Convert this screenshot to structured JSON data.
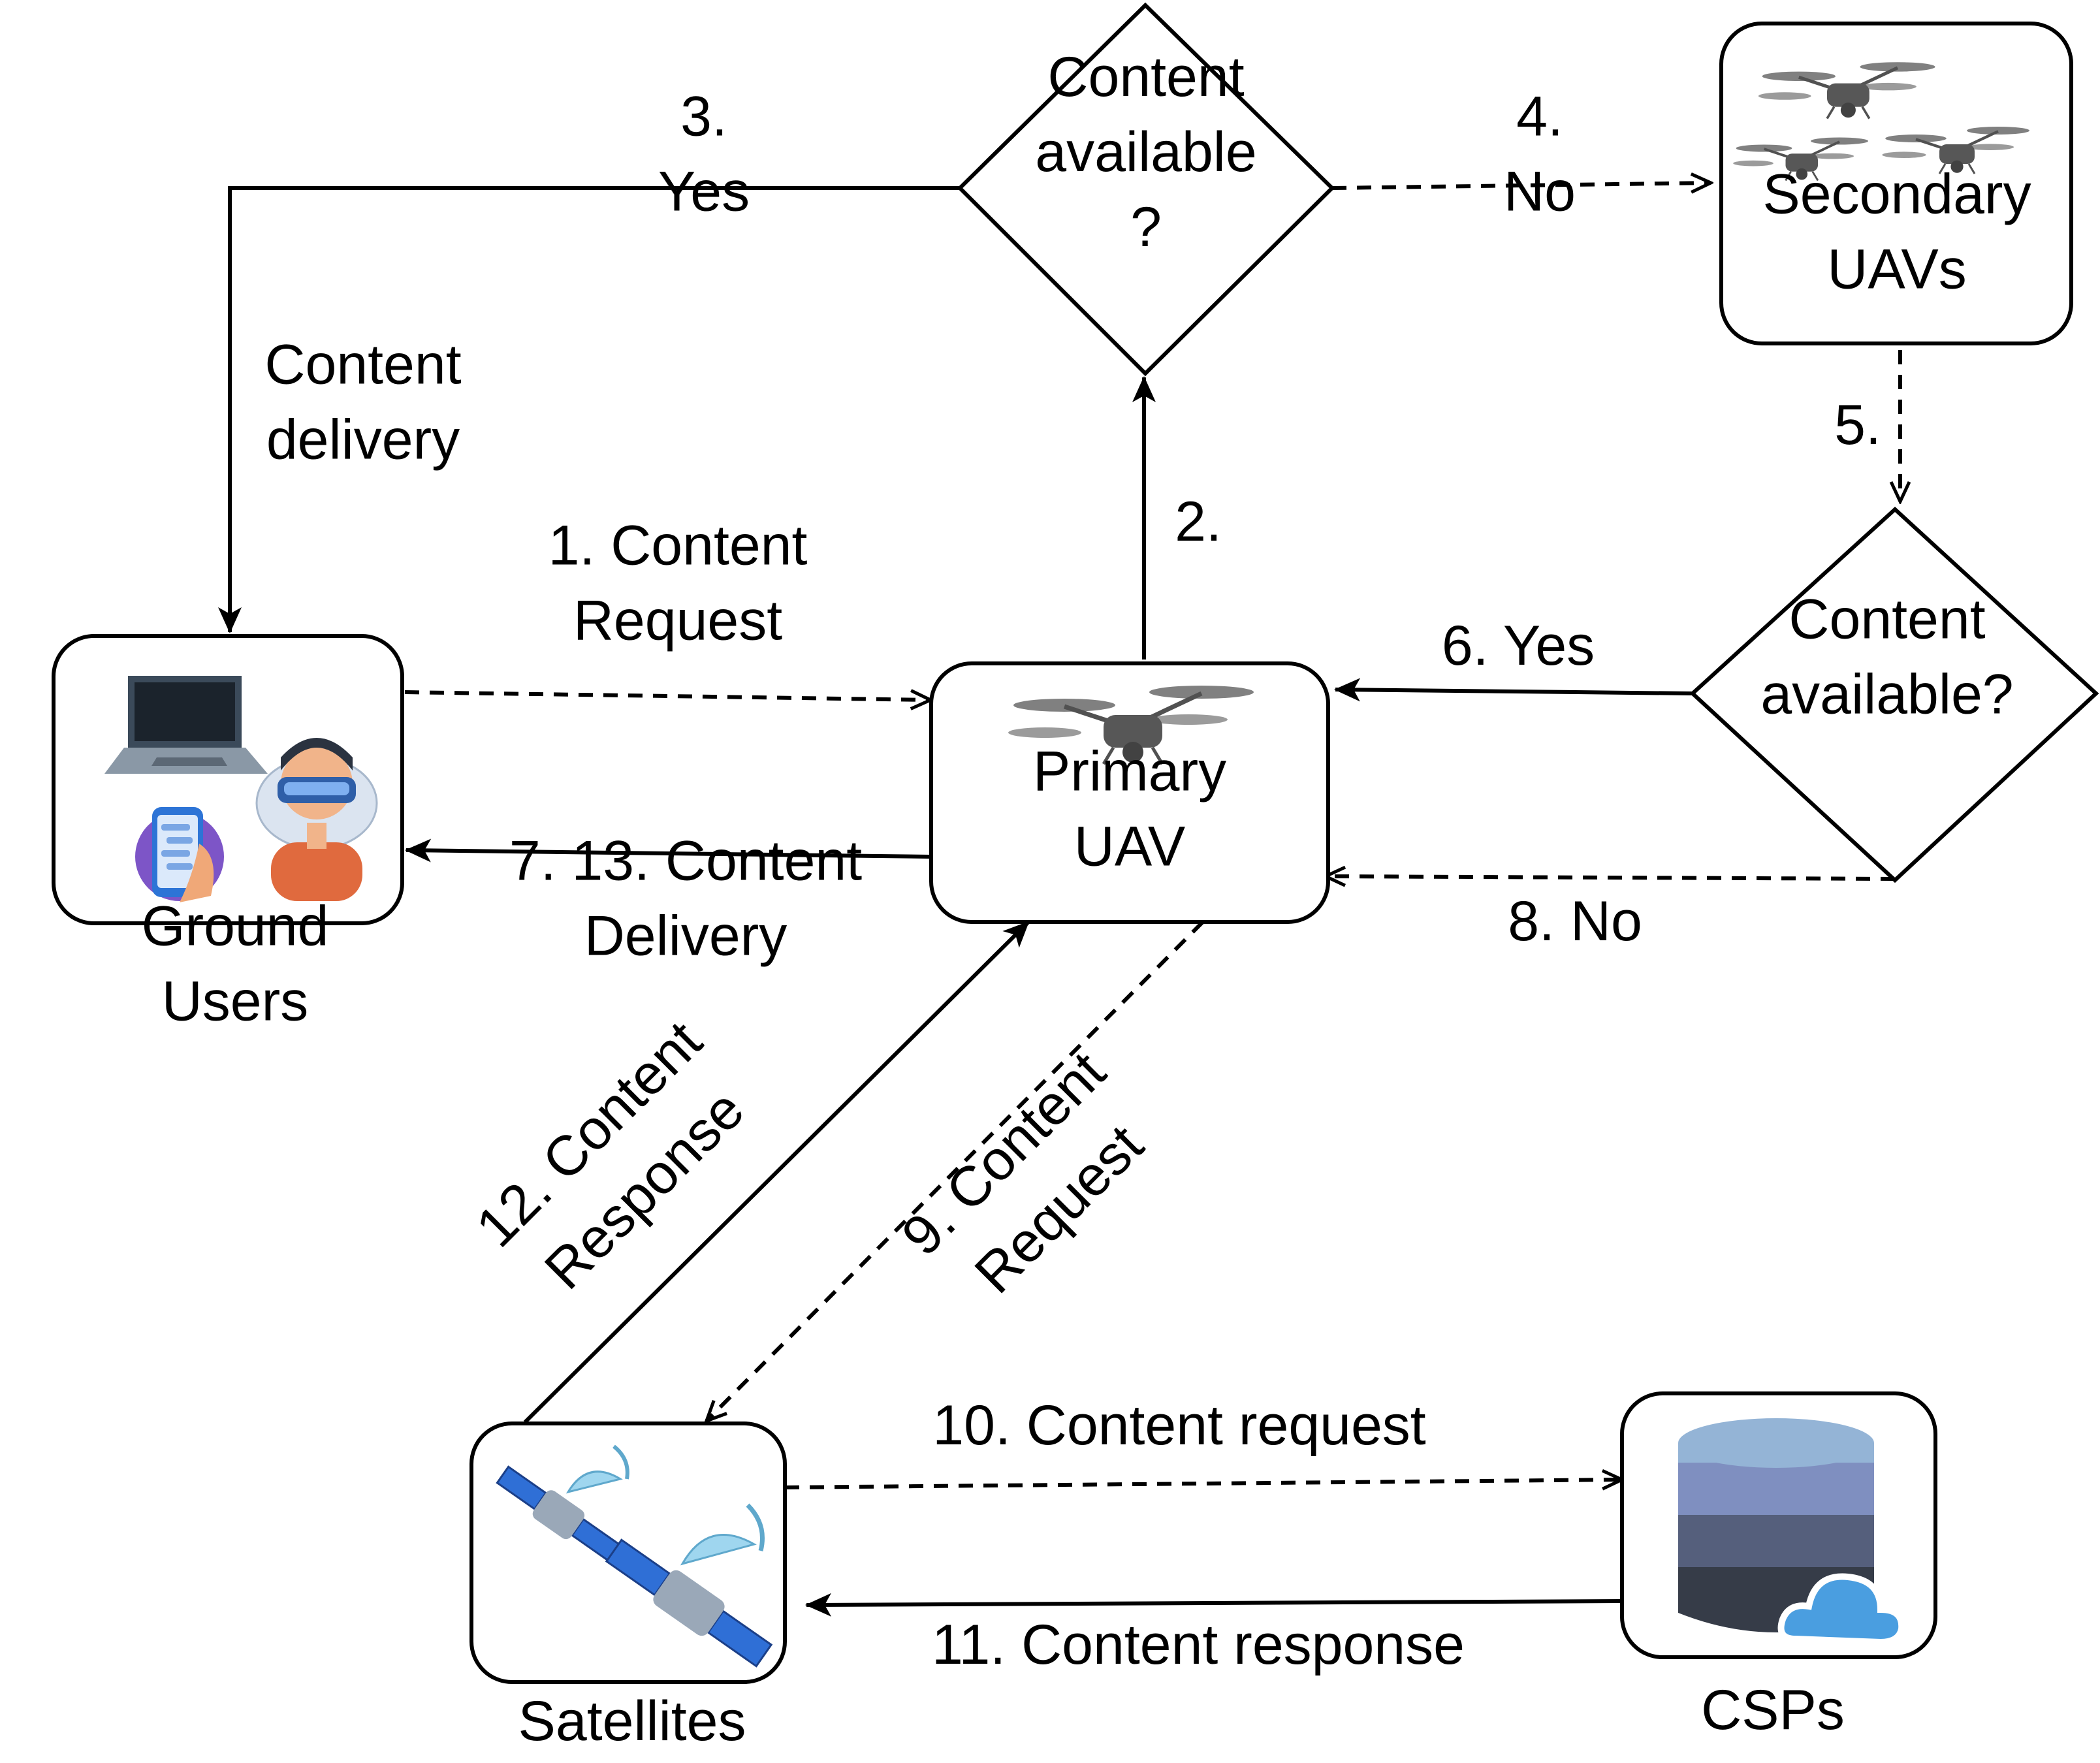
{
  "nodes": {
    "ground_users": {
      "label_lines": [
        "Ground",
        "Users"
      ]
    },
    "primary_uav": {
      "label_lines": [
        "Primary",
        "UAV"
      ]
    },
    "secondary_uavs": {
      "label_lines": [
        "Secondary",
        "UAVs"
      ]
    },
    "satellites": {
      "label_lines": [
        "Satellites"
      ]
    },
    "csps": {
      "label_lines": [
        "CSPs"
      ]
    },
    "decision_primary": {
      "label_lines": [
        "Content",
        "available",
        "?"
      ]
    },
    "decision_secondary": {
      "label_lines": [
        "Content",
        "available?"
      ]
    }
  },
  "edges": {
    "e1": {
      "label_lines": [
        "1. Content",
        "Request"
      ],
      "style": "dashed"
    },
    "e2": {
      "label_lines": [
        "2."
      ],
      "style": "solid"
    },
    "e3": {
      "label_lines": [
        "3.",
        "Yes"
      ],
      "style": "solid"
    },
    "e3b": {
      "label_lines": [
        "Content",
        "delivery"
      ],
      "style": "solid"
    },
    "e4": {
      "label_lines": [
        "4.",
        "No"
      ],
      "style": "dashed"
    },
    "e5": {
      "label_lines": [
        "5."
      ],
      "style": "dashed"
    },
    "e6": {
      "label_lines": [
        "6. Yes"
      ],
      "style": "solid"
    },
    "e7": {
      "label_lines": [
        "7. 13. Content",
        "Delivery"
      ],
      "style": "solid"
    },
    "e8": {
      "label_lines": [
        "8. No"
      ],
      "style": "dashed"
    },
    "e9": {
      "label_lines": [
        "9. Content",
        "Request"
      ],
      "style": "dashed"
    },
    "e10": {
      "label_lines": [
        "10. Content request"
      ],
      "style": "dashed"
    },
    "e11": {
      "label_lines": [
        "11. Content response"
      ],
      "style": "solid"
    },
    "e12": {
      "label_lines": [
        "12. Content",
        "Response"
      ],
      "style": "solid"
    }
  },
  "icons": {
    "ground_users": [
      "laptop-icon",
      "vr-user-icon",
      "smartphone-icon"
    ],
    "primary_uav": [
      "drone-icon"
    ],
    "secondary_uavs": [
      "drone-icon",
      "drone-icon",
      "drone-icon"
    ],
    "satellites": [
      "satellite-icon",
      "satellite-icon"
    ],
    "csps": [
      "database-icon",
      "cloud-icon"
    ]
  },
  "colors": {
    "line": "#000000",
    "db_top": "#94b4d6",
    "db_mid1": "#7f8fc0",
    "db_mid2": "#555f7c",
    "db_bottom": "#363c48",
    "cloud": "#4a9ee0",
    "sat_panel": "#2f6fd6",
    "sat_dish": "#9fd6ef"
  }
}
